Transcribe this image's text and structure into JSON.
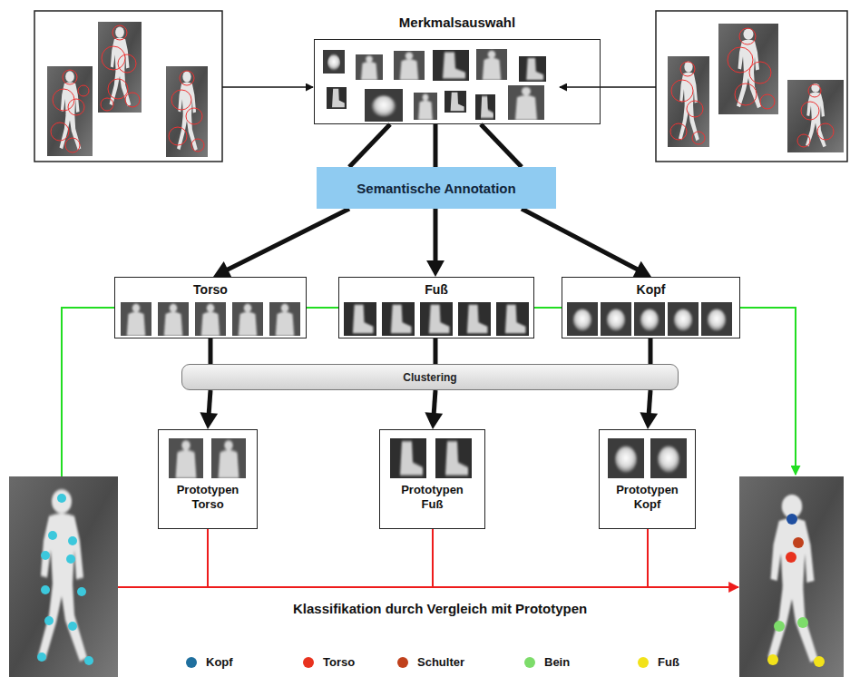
{
  "diagram": {
    "nodes": [
      {
        "text": [
          "Merkmalsauswahl"
        ]
      },
      {
        "text": [
          "Semantische Annotation"
        ]
      },
      {
        "text": [
          "Torso"
        ]
      },
      {
        "text": [
          "Fuß"
        ]
      },
      {
        "text": [
          "Kopf"
        ]
      },
      {
        "text": [
          "Clustering"
        ]
      },
      {
        "text": [
          "Prototypen Torso"
        ]
      },
      {
        "text": [
          "Prototypen Fuß"
        ]
      },
      {
        "text": [
          "Prototypen Kopf"
        ]
      }
    ],
    "edges": [
      {
        "from": 0,
        "to": 1,
        "arrow": "none"
      },
      {
        "from": 0,
        "to": 1,
        "arrow": "none"
      },
      {
        "from": 0,
        "to": 1,
        "arrow": "none"
      },
      {
        "from": 1,
        "to": 2,
        "arrow": "to"
      },
      {
        "from": 1,
        "to": 3,
        "arrow": "to"
      },
      {
        "from": 1,
        "to": 4,
        "arrow": "to"
      },
      {
        "from": 2,
        "to": 5,
        "arrow": "none"
      },
      {
        "from": 3,
        "to": 5,
        "arrow": "none"
      },
      {
        "from": 4,
        "to": 5,
        "arrow": "none"
      },
      {
        "from": 5,
        "to": 6,
        "arrow": "to"
      },
      {
        "from": 5,
        "to": 7,
        "arrow": "to"
      },
      {
        "from": 5,
        "to": 8,
        "arrow": "to"
      },
      {
        "from": 2,
        "to": 3,
        "arrow": "none"
      },
      {
        "from": 3,
        "to": 4,
        "arrow": "none"
      }
    ],
    "labels": [
      "Klassifikation durch Vergleich mit Prototypen"
    ],
    "legend": [
      {
        "text": "Kopf",
        "color": "#1f6f9e"
      },
      {
        "text": "Torso",
        "color": "#e8321e"
      },
      {
        "text": "Schulter",
        "color": "#c0411c"
      },
      {
        "text": "Bein",
        "color": "#7ddc6a"
      },
      {
        "text": "Fuß",
        "color": "#f2e21a"
      }
    ]
  }
}
